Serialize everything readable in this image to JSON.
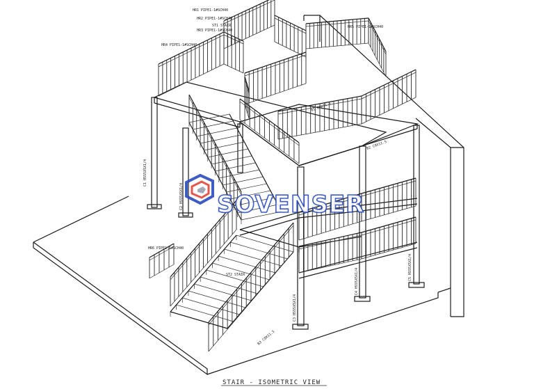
{
  "drawing_title": "STAIR - ISOMETRIC VIEW",
  "watermark": {
    "text": "SOVENSER",
    "colors": {
      "blue": "#2a4bbd",
      "red": "#e0453a",
      "gray": "#9aa0ae"
    }
  },
  "callouts": [
    "HR1 PIPE1-1#SCH40",
    "HR2 PIPE1-1#SCH40",
    "HR3 PIPE1-1#SCH40",
    "HR4 PIPE1-1#SCH40",
    "HR5 PIPE1-1#SCH40",
    "HR6 PIPE1-1#SCH40",
    "ST1 STAIR",
    "ST2 STAIR",
    "C1 HSS5X5X1/4",
    "C2 HSS5X5X1/4",
    "C3 HSS5X5X1/4",
    "C4 HSS5X5X1/4",
    "C5 HSS5X5X1/4",
    "B1 C8X11.5",
    "B2 C8X11.5",
    "B3 C8X11.5"
  ]
}
